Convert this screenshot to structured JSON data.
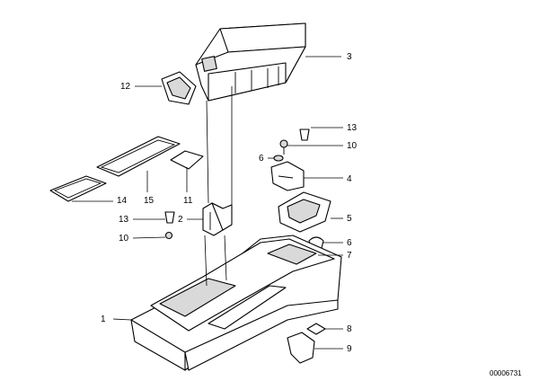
{
  "callouts": {
    "c1": "1",
    "c2": "2",
    "c3": "3",
    "c4": "4",
    "c5": "5",
    "c6": "6",
    "c6b": "6",
    "c7": "7",
    "c8": "8",
    "c9": "9",
    "c10a": "10",
    "c10b": "10",
    "c11": "11",
    "c12": "12",
    "c13a": "13",
    "c13b": "13",
    "c14": "14",
    "c15": "15"
  },
  "document_number": "00006731"
}
